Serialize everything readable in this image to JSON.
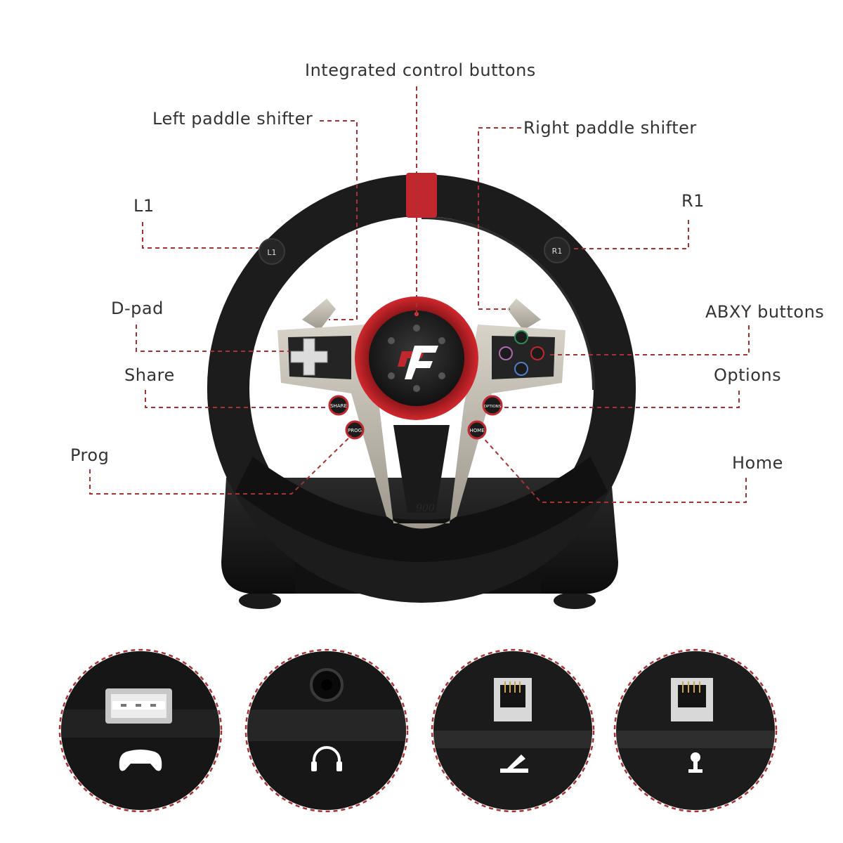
{
  "callouts": {
    "integrated_control_buttons": "Integrated control buttons",
    "left_paddle_shifter": "Left paddle shifter",
    "right_paddle_shifter": "Right paddle shifter",
    "l1": "L1",
    "r1": "R1",
    "d_pad": "D-pad",
    "abxy_buttons": "ABXY buttons",
    "share": "Share",
    "options": "Options",
    "prog": "Prog",
    "home": "Home"
  },
  "wheel_buttons": {
    "l1": "L1",
    "r1": "R1",
    "share": "SHARE",
    "options": "OPTIONS",
    "prog": "PROG",
    "home": "HOME"
  },
  "ports": [
    {
      "name": "usb-port",
      "icon": "gamepad-icon"
    },
    {
      "name": "headphone-jack",
      "icon": "headphones-icon"
    },
    {
      "name": "pedal-port",
      "icon": "pedal-icon"
    },
    {
      "name": "shifter-port",
      "icon": "gear-shifter-icon"
    }
  ],
  "colors": {
    "accent_red": "#c0282d",
    "leader_line": "#a83232",
    "wheel_black": "#1c1c1c",
    "trim_silver": "#b9b3a8"
  }
}
